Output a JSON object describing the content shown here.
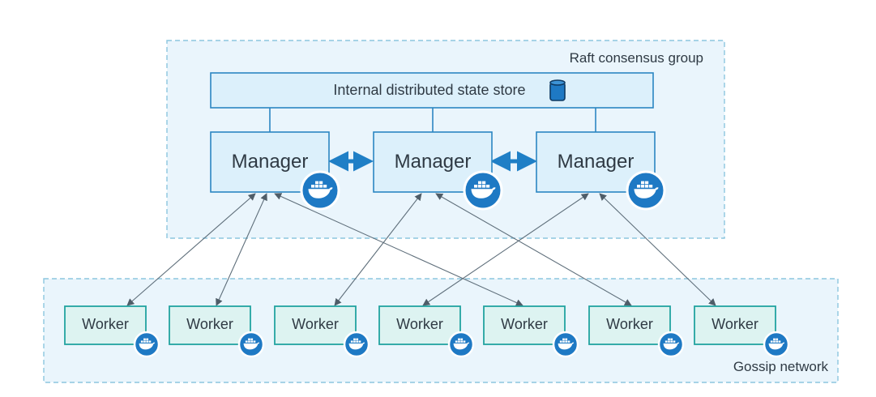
{
  "raft_group": {
    "label": "Raft consensus group"
  },
  "state_store": {
    "label": "Internal distributed state store",
    "icon": "database-icon"
  },
  "managers": [
    {
      "label": "Manager",
      "icon": "docker-whale-icon"
    },
    {
      "label": "Manager",
      "icon": "docker-whale-icon"
    },
    {
      "label": "Manager",
      "icon": "docker-whale-icon"
    }
  ],
  "gossip_network": {
    "label": "Gossip network"
  },
  "workers": [
    {
      "label": "Worker",
      "icon": "docker-whale-icon"
    },
    {
      "label": "Worker",
      "icon": "docker-whale-icon"
    },
    {
      "label": "Worker",
      "icon": "docker-whale-icon"
    },
    {
      "label": "Worker",
      "icon": "docker-whale-icon"
    },
    {
      "label": "Worker",
      "icon": "docker-whale-icon"
    },
    {
      "label": "Worker",
      "icon": "docker-whale-icon"
    },
    {
      "label": "Worker",
      "icon": "docker-whale-icon"
    }
  ],
  "connections": [
    {
      "from": "manager-1",
      "to": "worker-1"
    },
    {
      "from": "manager-1",
      "to": "worker-2"
    },
    {
      "from": "manager-1",
      "to": "worker-5"
    },
    {
      "from": "manager-2",
      "to": "worker-3"
    },
    {
      "from": "manager-2",
      "to": "worker-6"
    },
    {
      "from": "manager-3",
      "to": "worker-4"
    },
    {
      "from": "manager-3",
      "to": "worker-7"
    }
  ],
  "colors": {
    "zone_fill": "#eaf5fc",
    "zone_border": "#8cc6df",
    "manager_fill": "#dcf0fb",
    "manager_border": "#2b86c2",
    "worker_fill": "#ddf3f1",
    "worker_border": "#22a3a0",
    "arrow": "#5f6f7b",
    "peer_arrow": "#1f7fc6",
    "docker_blue": "#1e79c4"
  }
}
